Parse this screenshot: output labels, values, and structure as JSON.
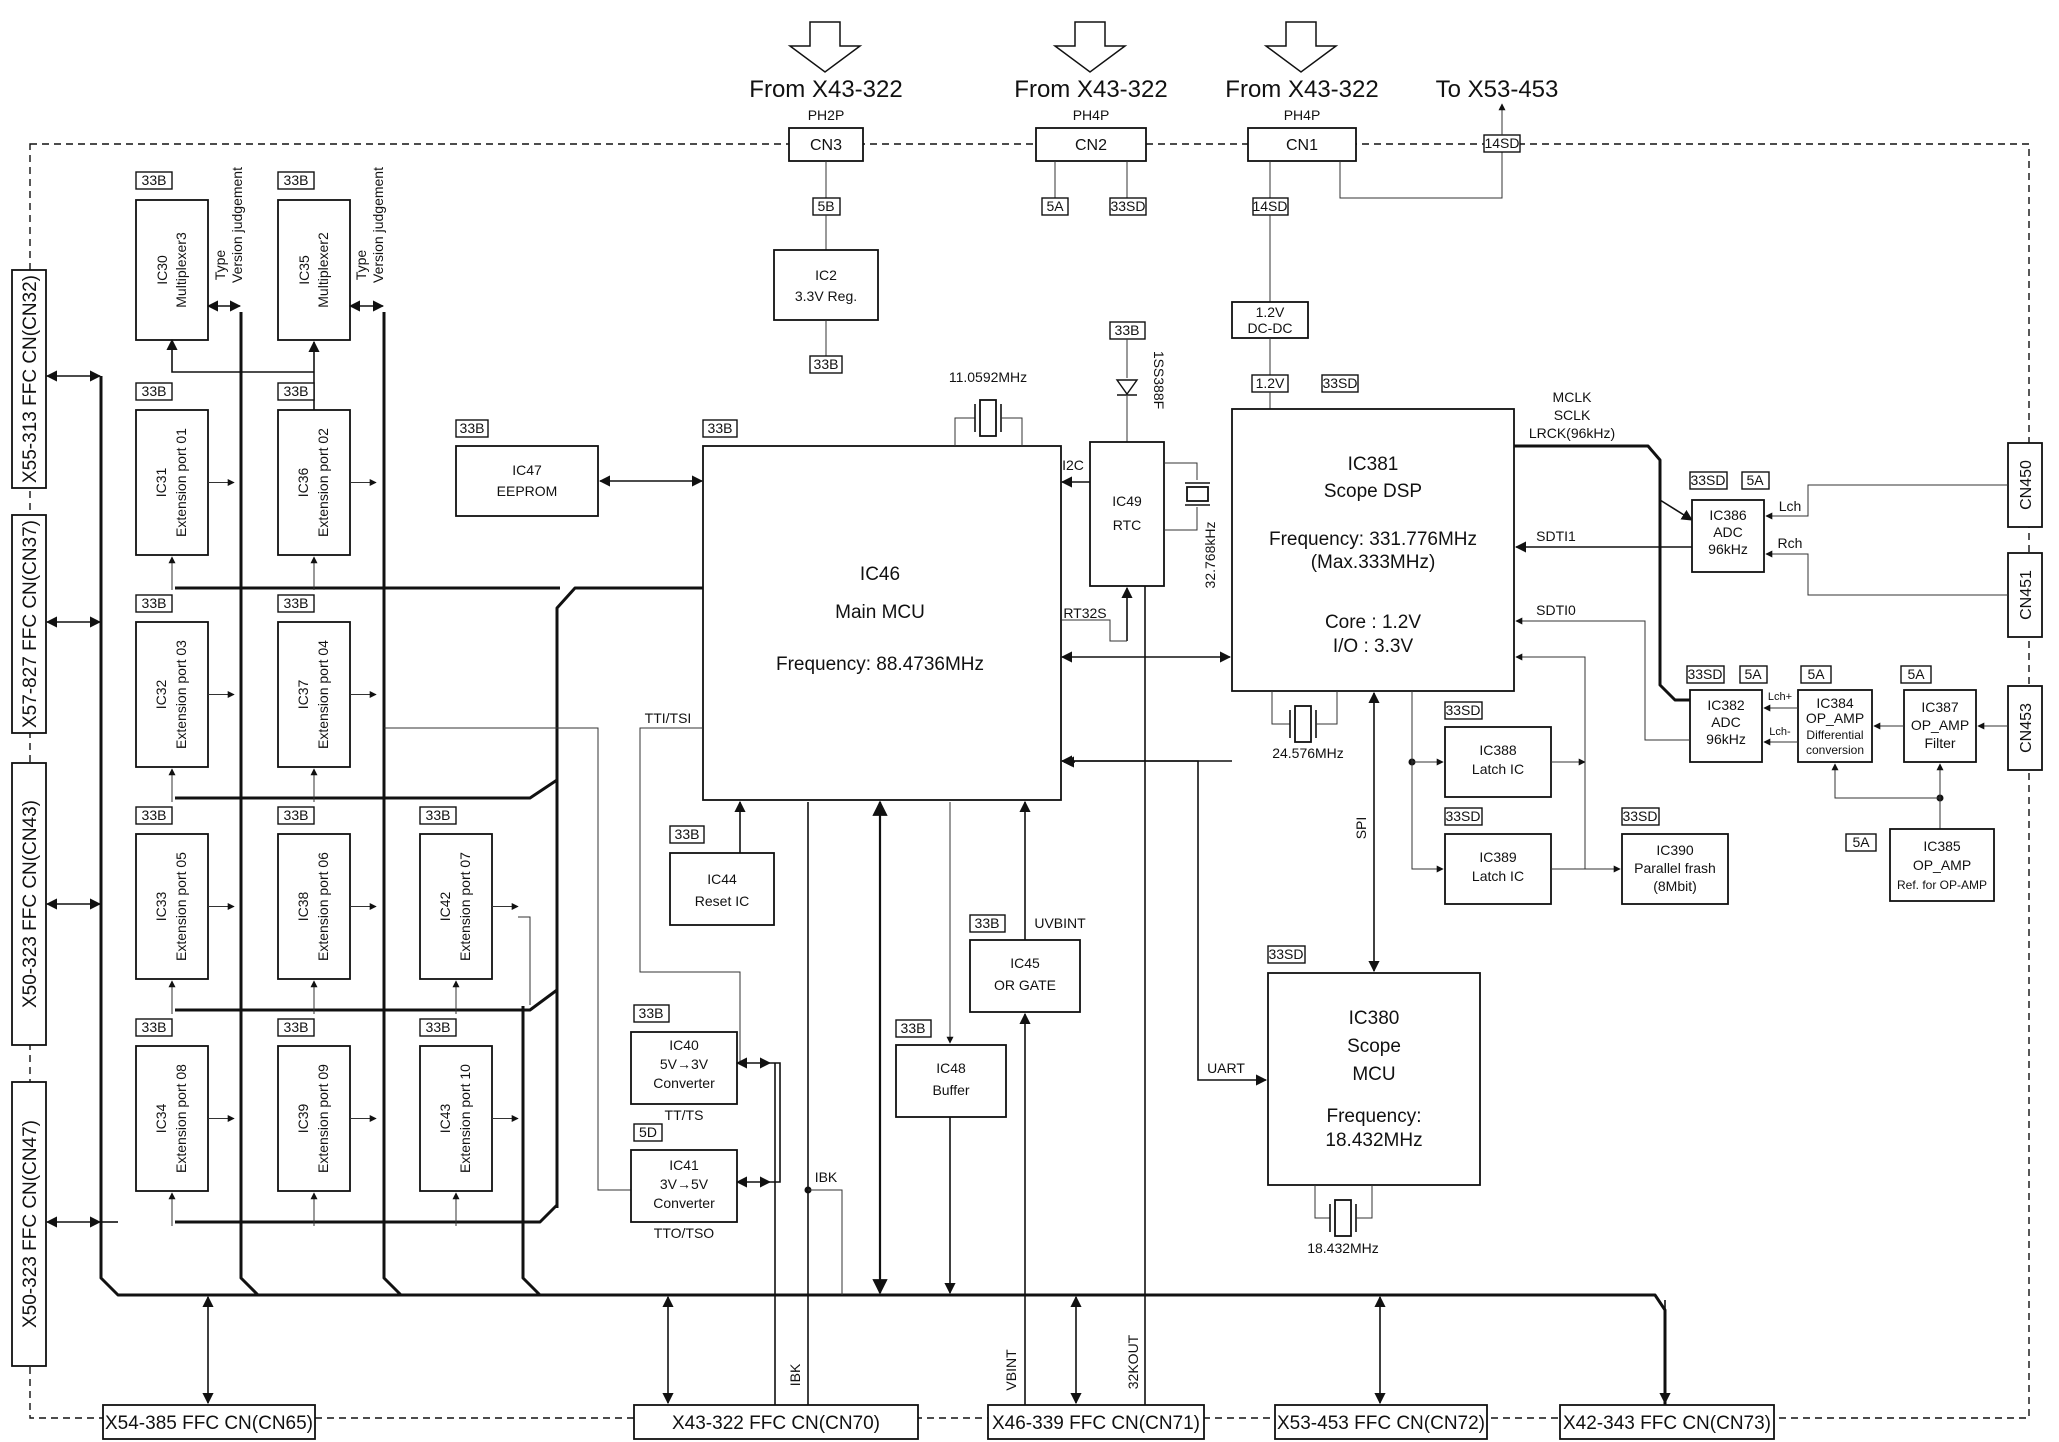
{
  "header": {
    "from_cn3": "From X43-322",
    "from_cn2": "From X43-322",
    "from_cn1": "From X43-322",
    "to_x53": "To X53-453"
  },
  "connectors": {
    "cn3": {
      "type": "PH2P",
      "name": "CN3"
    },
    "cn2": {
      "type": "PH4P",
      "name": "CN2"
    },
    "cn1": {
      "type": "PH4P",
      "name": "CN1"
    },
    "cn450": "CN450",
    "cn451": "CN451",
    "cn453": "CN453"
  },
  "tags": {
    "t33b": "33B",
    "t5b": "5B",
    "t5a": "5A",
    "t33sd": "33SD",
    "t14sd": "14SD",
    "t1v2": "1.2V",
    "t5d": "5D"
  },
  "left_ffc": [
    "X55-313 FFC CN(CN32)",
    "X57-827 FFC CN(CN37)",
    "X50-323 FFC CN(CN43)",
    "X50-323 FFC CN(CN47)"
  ],
  "bottom_ffc": [
    "X54-385 FFC CN(CN65)",
    "X43-322 FFC CN(CN70)",
    "X46-339 FFC CN(CN71)",
    "X53-453 FFC CN(CN72)",
    "X42-343 FFC CN(CN73)"
  ],
  "ics": {
    "ic2": [
      "IC2",
      "3.3V Reg."
    ],
    "ic47": [
      "IC47",
      "EEPROM"
    ],
    "ic46": [
      "IC46",
      "Main MCU",
      "Frequency: 88.4736MHz"
    ],
    "ic49": [
      "IC49",
      "RTC"
    ],
    "ic381": [
      "IC381",
      "Scope DSP",
      "Frequency: 331.776MHz",
      "(Max.333MHz)",
      "Core : 1.2V",
      "I/O : 3.3V"
    ],
    "dcdc": [
      "1.2V",
      "DC-DC"
    ],
    "ic386": [
      "IC386",
      "ADC",
      "96kHz"
    ],
    "ic382": [
      "IC382",
      "ADC",
      "96kHz"
    ],
    "ic384": [
      "IC384",
      "OP_AMP",
      "Differential",
      "conversion"
    ],
    "ic387": [
      "IC387",
      "OP_AMP",
      "Filter"
    ],
    "ic385": [
      "IC385",
      "OP_AMP",
      "Ref. for OP-AMP"
    ],
    "ic388": [
      "IC388",
      "Latch IC"
    ],
    "ic389": [
      "IC389",
      "Latch IC"
    ],
    "ic390": [
      "IC390",
      "Parallel frash",
      "(8Mbit)"
    ],
    "ic380": [
      "IC380",
      "Scope",
      "MCU",
      "Frequency:",
      "18.432MHz"
    ],
    "ic44": [
      "IC44",
      "Reset IC"
    ],
    "ic40": [
      "IC40",
      "5V→3V",
      "Converter"
    ],
    "ic41": [
      "IC41",
      "3V→5V",
      "Converter"
    ],
    "ic48": [
      "IC48",
      "Buffer"
    ],
    "ic45": [
      "IC45",
      "OR GATE"
    ],
    "ic30": [
      "IC30",
      "Multiplexer3"
    ],
    "ic35": [
      "IC35",
      "Multiplexer2"
    ],
    "ic31": [
      "IC31",
      "Extension  port 01"
    ],
    "ic36": [
      "IC36",
      "Extension port 02"
    ],
    "ic32": [
      "IC32",
      "Extension port 03"
    ],
    "ic37": [
      "IC37",
      "Extension port 04"
    ],
    "ic33": [
      "IC33",
      "Extension port 05"
    ],
    "ic38": [
      "IC38",
      "Extension port 06"
    ],
    "ic42": [
      "IC42",
      "Extension port 07"
    ],
    "ic34": [
      "IC34",
      "Extension port 08"
    ],
    "ic39": [
      "IC39",
      "Extension port 09"
    ],
    "ic43": [
      "IC43",
      "Extension port 10"
    ]
  },
  "signals": {
    "version_type": "Type",
    "version_judgement": "Version judgement",
    "crystal_main": "11.0592MHz",
    "crystal_dsp": "24.576MHz",
    "crystal_scope": "18.432MHz",
    "crystal_rtc": "32.768kHz",
    "diode": "1SS388F",
    "i2c": "I2C",
    "rt32s": "RT32S",
    "tti_tsi": "TTI/TSI",
    "tt_ts": "TT/TS",
    "tto_tso": "TTO/TSO",
    "ibk": "IBK",
    "uvbint": "UVBINT",
    "vbint": "VBINT",
    "kout": "32KOUT",
    "uart": "UART",
    "spi": "SPI",
    "mclk": "MCLK",
    "sclk": "SCLK",
    "lrck": "LRCK(96kHz)",
    "sdti1": "SDTI1",
    "sdti0": "SDTI0",
    "lch": "Lch",
    "rch": "Rch",
    "lch_p": "Lch+",
    "lch_m": "Lch-"
  }
}
